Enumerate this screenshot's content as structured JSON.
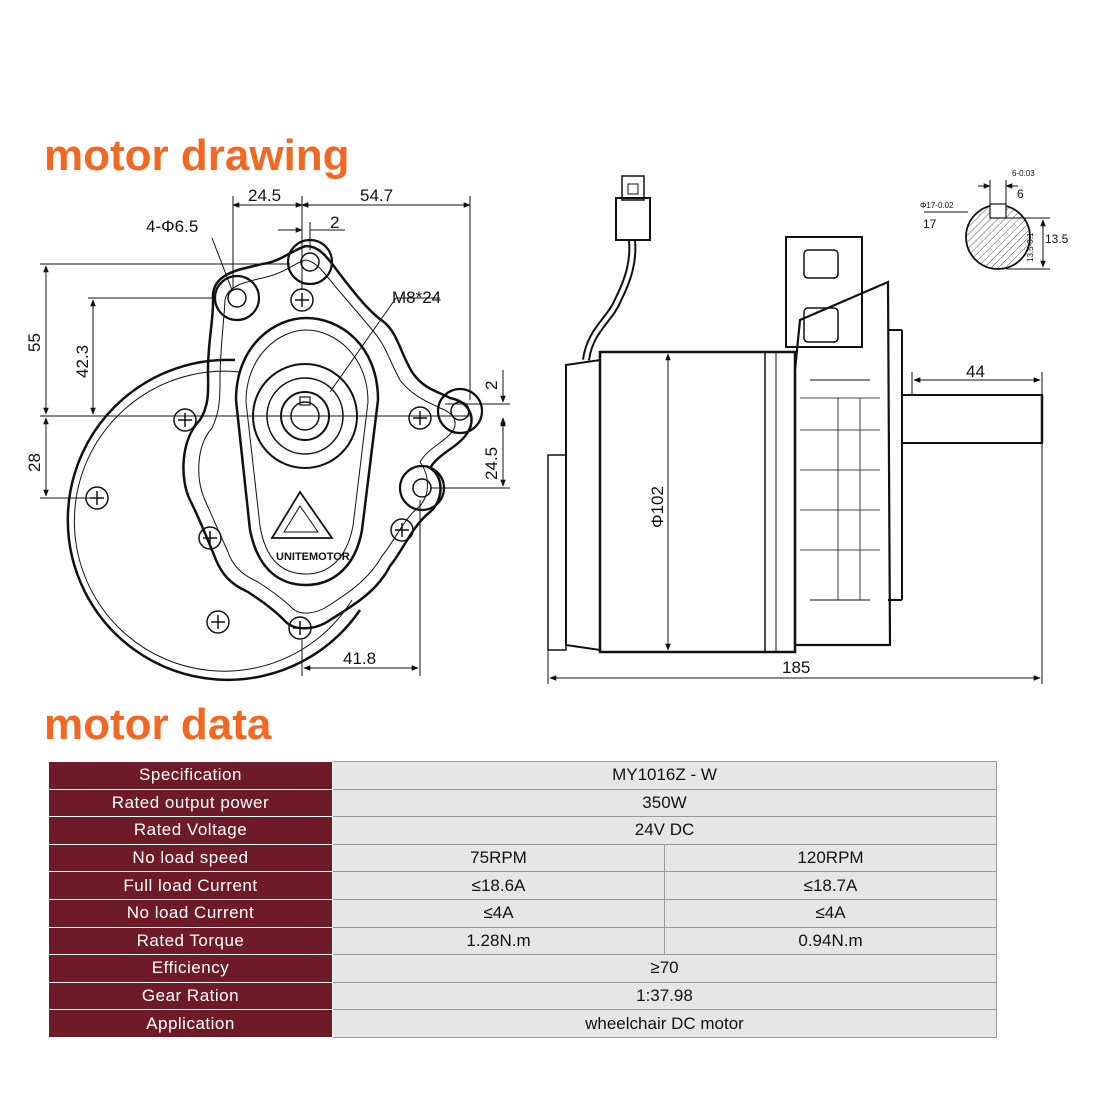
{
  "headings": {
    "drawing": "motor drawing",
    "data": "motor data"
  },
  "colors": {
    "accent": "#f26722",
    "label_bg": "#6e1b27",
    "value_bg": "#e6e6e6"
  },
  "dimensions": {
    "d24_5_top": "24.5",
    "d54_7": "54.7",
    "d2_top": "2",
    "holes": "4-Φ6.5",
    "thread": "M8*24",
    "d55": "55",
    "d42_3": "42.3",
    "d28": "28",
    "d2_right": "2",
    "d24_5_right": "24.5",
    "d41_8": "41.8",
    "diameter": "Φ102",
    "length": "185",
    "shaft": "44",
    "key_width": "6",
    "key_tol": "6-0.03",
    "shaft_dia": "17",
    "shaft_dia_tol": "Φ17-0.02",
    "key_depth": "13.5",
    "key_depth_tol": "13.5-0.1",
    "logo_text": "UNITEMOTOR"
  },
  "spec_table": {
    "rows": [
      {
        "label": "Specification",
        "values": [
          "MY1016Z - W"
        ]
      },
      {
        "label": "Rated output power",
        "values": [
          "350W"
        ]
      },
      {
        "label": "Rated Voltage",
        "values": [
          "24V DC"
        ]
      },
      {
        "label": "No load speed",
        "values": [
          "75RPM",
          "120RPM"
        ]
      },
      {
        "label": "Full load Current",
        "values": [
          "≤18.6A",
          "≤18.7A"
        ]
      },
      {
        "label": "No load Current",
        "values": [
          "≤4A",
          "≤4A"
        ]
      },
      {
        "label": "Rated Torque",
        "values": [
          "1.28N.m",
          "0.94N.m"
        ]
      },
      {
        "label": "Efficiency",
        "values": [
          "≥70"
        ]
      },
      {
        "label": "Gear Ration",
        "values": [
          "1:37.98"
        ]
      },
      {
        "label": "Application",
        "values": [
          "wheelchair DC motor"
        ]
      }
    ]
  }
}
